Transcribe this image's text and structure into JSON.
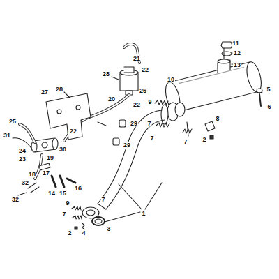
{
  "diagram": {
    "labels": [
      "11",
      "12",
      "13",
      "10",
      "5",
      "6",
      "9",
      "7",
      "8",
      "7",
      "2",
      "7",
      "21",
      "22",
      "28",
      "26",
      "22",
      "28",
      "27",
      "20",
      "29",
      "22",
      "29",
      "25",
      "31",
      "30",
      "24",
      "23",
      "19",
      "17",
      "18",
      "14",
      "15",
      "16",
      "32",
      "32",
      "9",
      "7",
      "7",
      "3",
      "1",
      "4",
      "2"
    ]
  }
}
